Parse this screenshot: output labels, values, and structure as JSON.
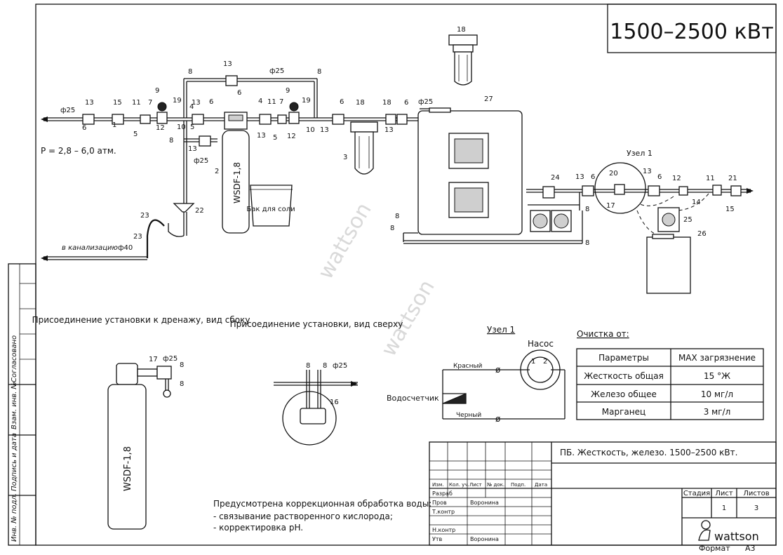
{
  "title": "1500–2500 кВт",
  "pressure": "P = 2,8 – 6,0 атм.",
  "drain": {
    "label": "в канализацию",
    "pipe": "ф40"
  },
  "pipe_labels": {
    "p25": "ф25"
  },
  "units": {
    "softener": "WSDF-1,8",
    "salt_tank": "Бак для соли"
  },
  "node": {
    "label": "Узел 1"
  },
  "callouts": [
    "1",
    "2",
    "3",
    "4",
    "5",
    "6",
    "7",
    "8",
    "9",
    "10",
    "11",
    "12",
    "13",
    "14",
    "15",
    "16",
    "17",
    "18",
    "19",
    "20",
    "21",
    "22",
    "23",
    "24",
    "25",
    "26",
    "27"
  ],
  "captions": {
    "drain_side": "Присоединение установки к дренажу, вид сбоку",
    "top_view": "Присоединение установки, вид сверху"
  },
  "node_detail": {
    "title": "Узел 1",
    "pump": "Насос",
    "meter": "Водосчетчик",
    "red": "Красный",
    "black": "Черный",
    "t1": "1",
    "t2": "2"
  },
  "cleaning": {
    "title": "Очистка от:",
    "headers": [
      "Параметры",
      "MAX загрязнение"
    ],
    "rows": [
      [
        "Жесткость общая",
        "15 °Ж"
      ],
      [
        "Железо общее",
        "10 мг/л"
      ],
      [
        "Марганец",
        "3 мг/л"
      ]
    ]
  },
  "note": {
    "line1": "Предусмотрена коррекционная обработка воды:",
    "line2": "- связывание растворенного кислорода;",
    "line3": "- корректировка pH."
  },
  "side_stamp": [
    "Согласовано",
    "Взам. инв. №",
    "Подпись и дата",
    "Инв. № подл."
  ],
  "title_block": {
    "doc_title": "ПБ. Жесткость, железо. 1500–2500 кВт.",
    "col_headers": [
      "Изм.",
      "Кол. уч.",
      "Лист",
      "№ док.",
      "Подп.",
      "Дата"
    ],
    "roles": [
      "Разраб",
      "Пров",
      "Т.контр",
      "",
      "Н.контр",
      "Утв"
    ],
    "names": [
      "",
      "Воронина",
      "",
      "",
      "",
      "Воронина"
    ],
    "stage_label": "Стадия",
    "sheet_label": "Лист",
    "sheets_label": "Листов",
    "sheet": "1",
    "sheets": "3",
    "logo": "wattson",
    "format_label": "Формат",
    "format": "А3"
  },
  "watermark": "wattson"
}
